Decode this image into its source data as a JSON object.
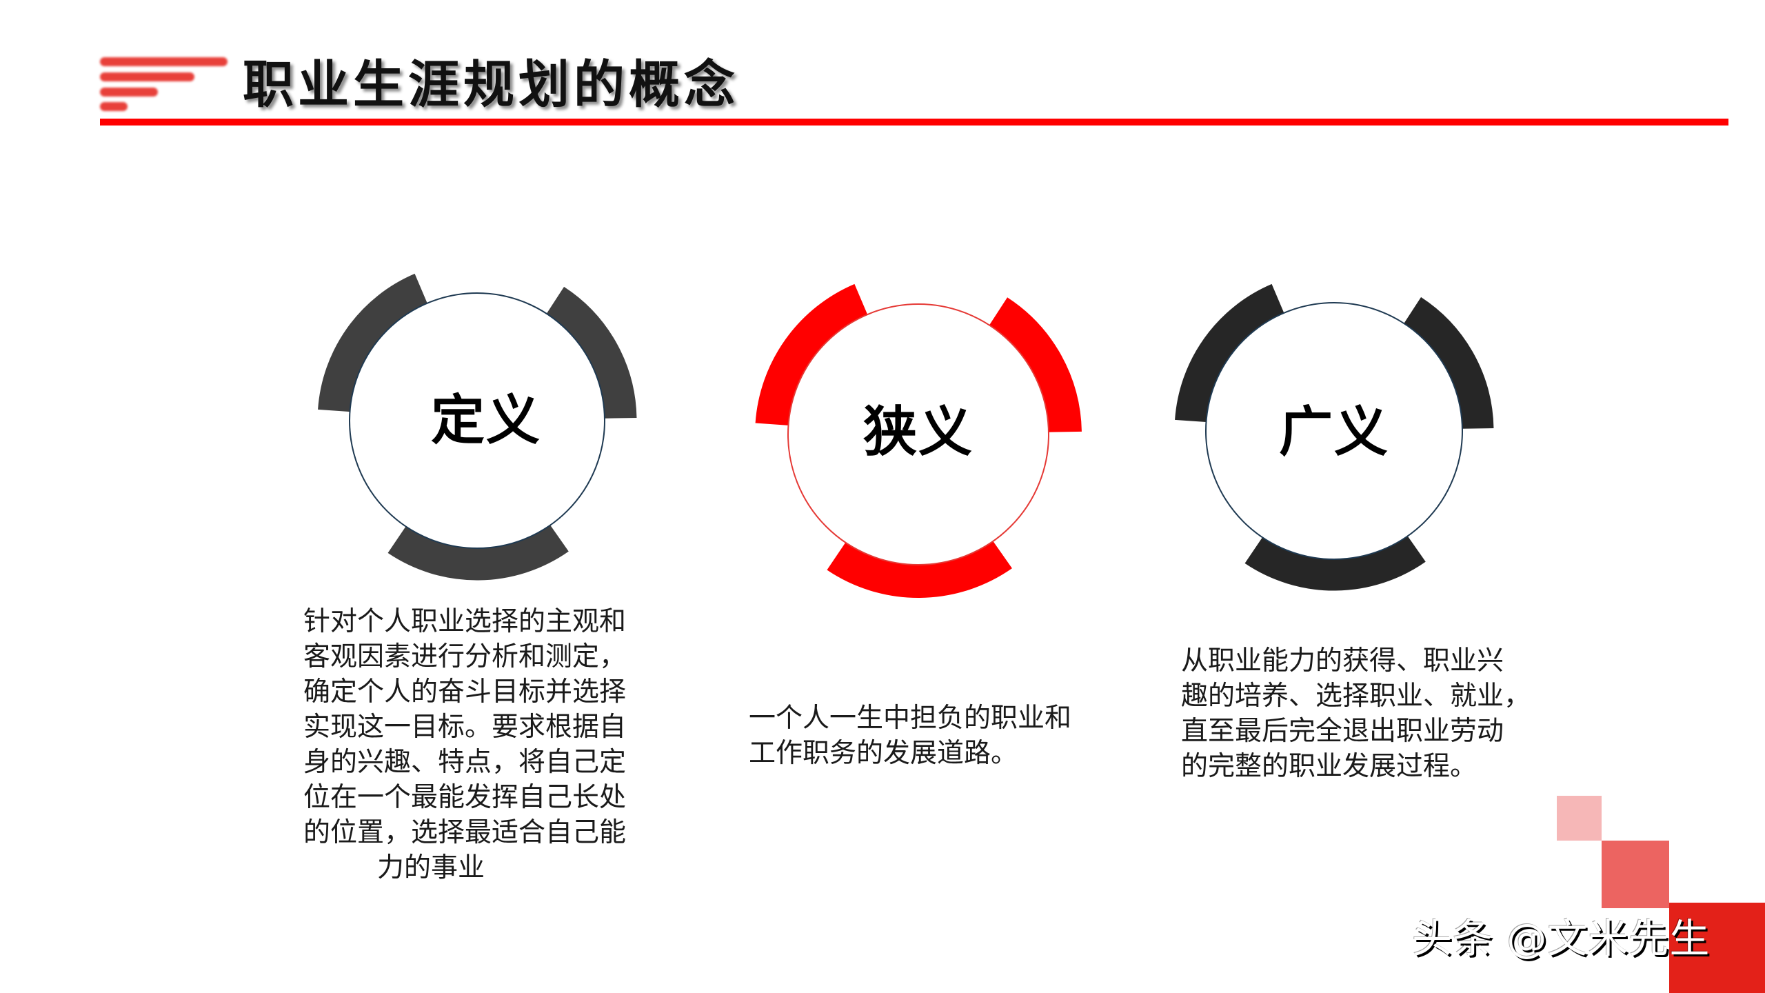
{
  "header": {
    "title": "职业生涯规划的概念",
    "accent_color": "#ff0000",
    "bar_color": "#e8403a"
  },
  "concepts": [
    {
      "label": "定义",
      "ring_color": "#404040",
      "border_color": "#1f3a52",
      "description_lines": [
        "针对个人职业选择的主观和",
        "客观因素进行分析和测定，",
        "确定个人的奋斗目标并选择",
        "实现这一目标。要求根据自",
        "身的兴趣、特点，将自己定",
        "位在一个最能发挥自己长处",
        "的位置，选择最适合自己能",
        "力的事业"
      ]
    },
    {
      "label": "狭义",
      "ring_color": "#ff0000",
      "border_color": "#e53935",
      "description_lines": [
        "一个人一生中担负的职业和",
        "工作职务的发展道路。"
      ]
    },
    {
      "label": "广义",
      "ring_color": "#262626",
      "border_color": "#1f3a52",
      "description_lines": [
        "从职业能力的获得、职业兴",
        "趣的培养、选择职业、就业，",
        "直至最后完全退出职业劳动",
        "的完整的职业发展过程。"
      ]
    }
  ],
  "decor": {
    "squares": [
      "#f6b7b7",
      "#ec6461",
      "#e32119"
    ]
  },
  "watermark": {
    "text": "头条 @文米先生"
  }
}
